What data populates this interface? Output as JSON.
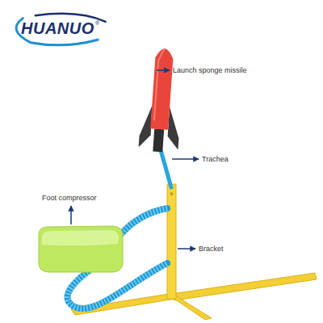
{
  "diagram": {
    "nodes": [
      {
        "text": [
          "HUANUO",
          "®"
        ]
      }
    ],
    "labels": [
      "Launch sponge missile",
      "Trachea",
      "Foot compressor",
      "Bracket"
    ]
  }
}
